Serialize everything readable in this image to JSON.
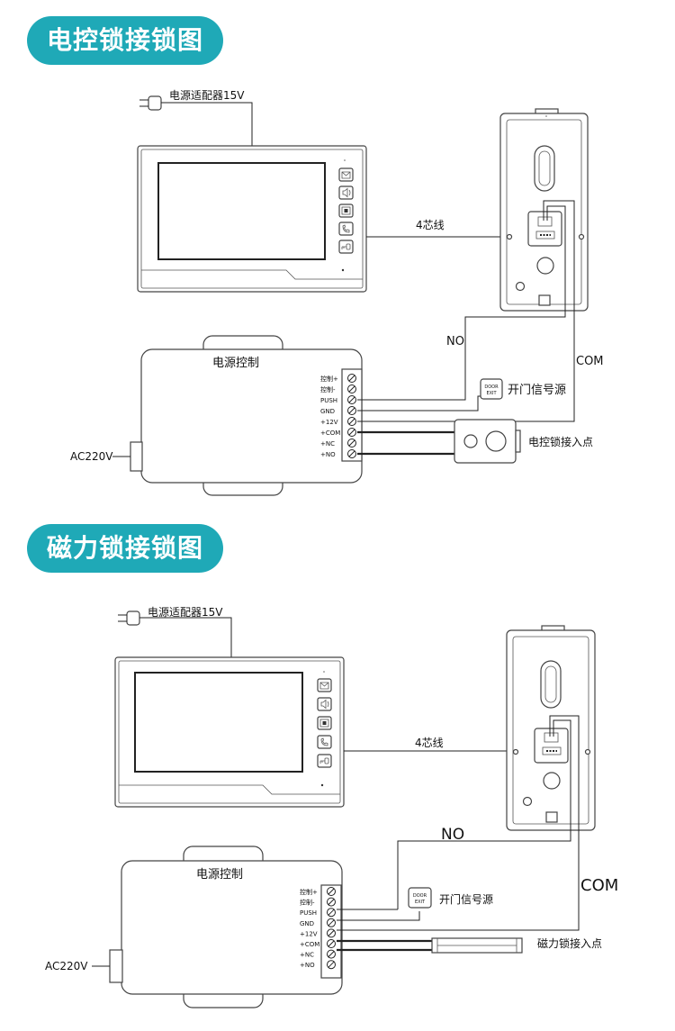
{
  "sections": [
    {
      "title": "电控锁接锁图",
      "adapter_label": "电源适配器15V",
      "cable_label": "4芯线",
      "power_box_label": "电源控制",
      "terminals": [
        "控制+",
        "控制-",
        "PUSH",
        "GND",
        "+12V",
        "+COM",
        "+NC",
        "+NO"
      ],
      "ac_label": "AC220V",
      "no_label": "NO",
      "com_label": "COM",
      "exit_button": {
        "line1": "DOOR",
        "line2": "EXIT"
      },
      "exit_label": "开门信号源",
      "lock_label": "电控锁接入点"
    },
    {
      "title": "磁力锁接锁图",
      "adapter_label": "电源适配器15V",
      "cable_label": "4芯线",
      "power_box_label": "电源控制",
      "terminals": [
        "控制+",
        "控制-",
        "PUSH",
        "GND",
        "+12V",
        "+COM",
        "+NC",
        "+NO"
      ],
      "ac_label": "AC220V",
      "no_label": "NO",
      "com_label": "COM",
      "exit_button": {
        "line1": "DOOR",
        "line2": "EXIT"
      },
      "exit_label": "开门信号源",
      "lock_label": "磁力锁接入点"
    }
  ],
  "icons": [
    "mail-icon",
    "speaker-icon",
    "monitor-icon",
    "phone-icon",
    "key-icon"
  ]
}
